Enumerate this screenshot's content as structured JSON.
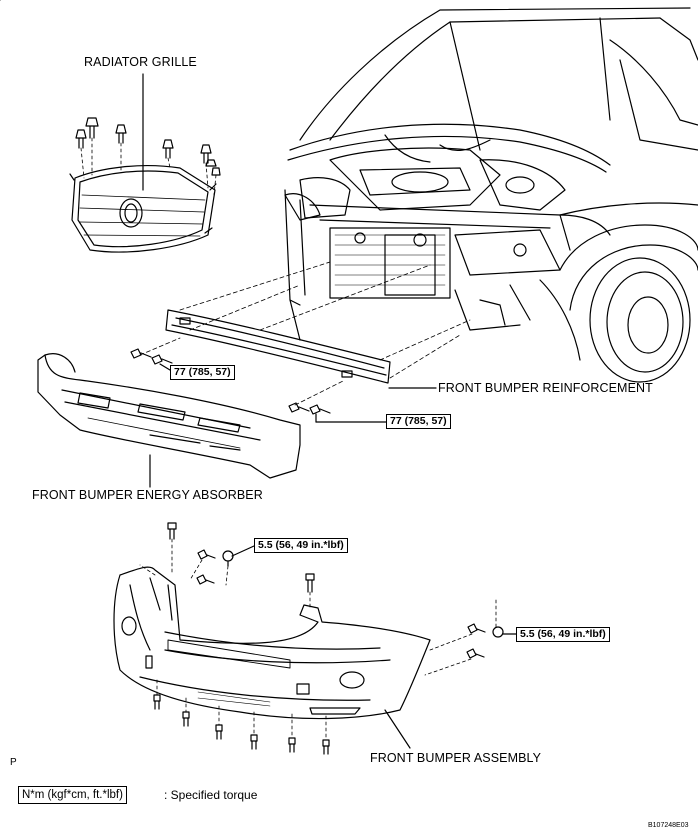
{
  "labels": {
    "radiator_grille": "RADIATOR GRILLE",
    "front_bumper_reinforcement": "FRONT BUMPER REINFORCEMENT",
    "front_bumper_energy_absorber": "FRONT BUMPER ENERGY ABSORBER",
    "front_bumper_assembly": "FRONT BUMPER ASSEMBLY"
  },
  "torques": {
    "reinforcement_upper": "77 (785, 57)",
    "reinforcement_lower": "77 (785, 57)",
    "assembly_left": "5.5 (56, 49 in.*lbf)",
    "assembly_right": "5.5 (56, 49 in.*lbf)"
  },
  "legend": {
    "unit_box": "N*m (kgf*cm, ft.*lbf)",
    "text": ": Specified torque"
  },
  "corner_mark": "P",
  "figure_code": "B107248E03"
}
